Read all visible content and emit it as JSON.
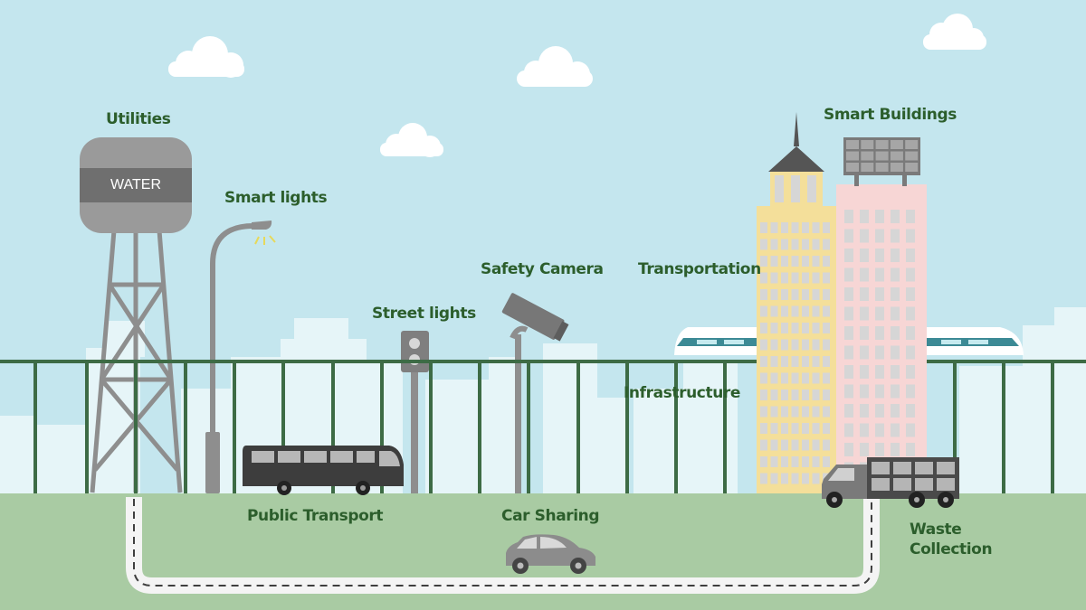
{
  "labels": {
    "utilities": "Utilities",
    "water_tank": "WATER",
    "smart_lights": "Smart lights",
    "street_lights": "Street lights",
    "safety_camera": "Safety Camera",
    "transportation": "Transportation",
    "smart_buildings": "Smart Buildings",
    "infrastructure": "Infrastructure",
    "public_transport": "Public Transport",
    "car_sharing": "Car Sharing",
    "waste_collection": "Waste Collection"
  },
  "colors": {
    "sky": "#c4e6ee",
    "ground": "#a9cba3",
    "label_text": "#2c5e2c",
    "rail": "#3d6b45",
    "yellow_building": "#f4df9a",
    "pink_building": "#f7d6d5",
    "gray_object": "#8c8c8c"
  }
}
